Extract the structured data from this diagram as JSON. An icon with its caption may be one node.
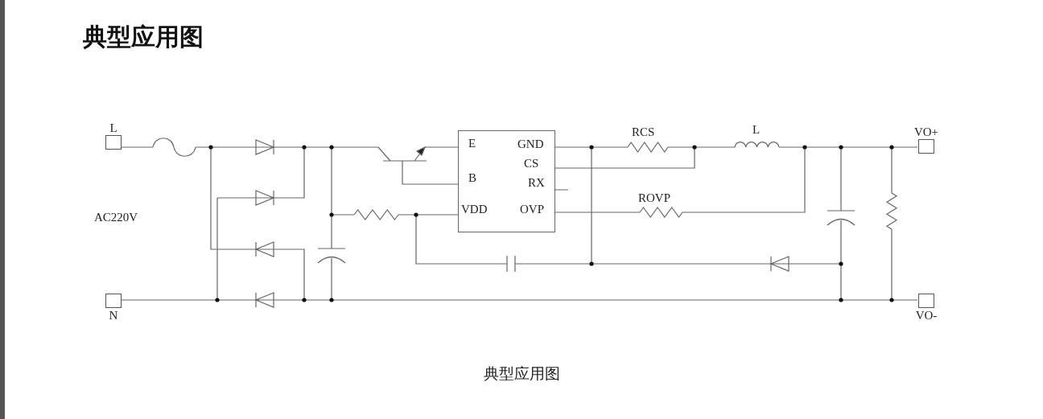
{
  "diagram": {
    "title": "典型应用图",
    "caption": "典型应用图",
    "nodes": [
      {
        "text": [
          "L"
        ]
      },
      {
        "text": [
          "N"
        ]
      },
      {
        "text": [
          "E",
          "B",
          "VDD",
          "GND",
          "CS",
          "RX",
          "OVP"
        ]
      },
      {
        "text": [
          "VO+"
        ]
      },
      {
        "text": [
          "VO-"
        ]
      }
    ],
    "labels": [
      "AC220V",
      "RCS",
      "L",
      "ROVP"
    ]
  }
}
